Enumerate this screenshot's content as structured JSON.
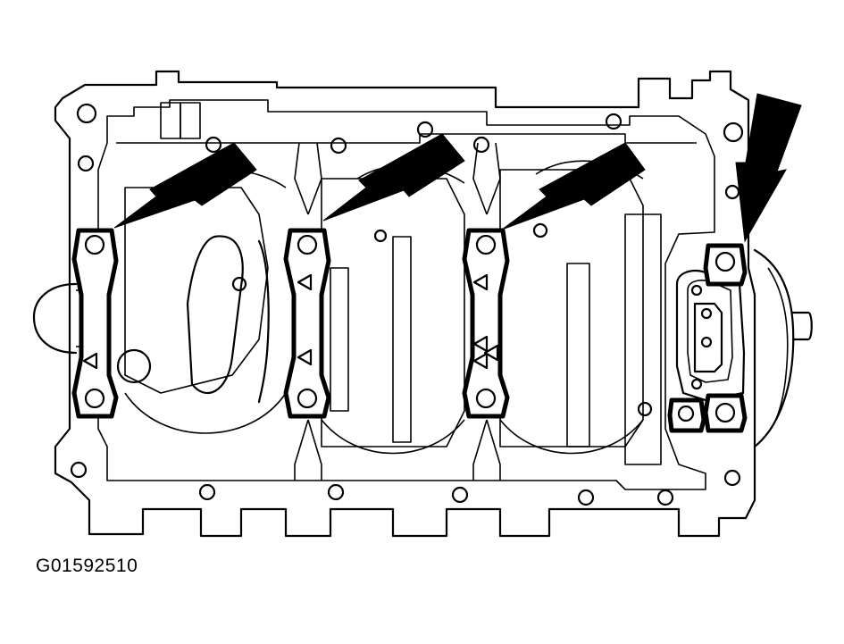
{
  "figure": {
    "caption": "G01592510",
    "subject": "engine-block-bottom-view-main-bearing-caps",
    "arrows": 4,
    "bearing_caps": 4,
    "colors": {
      "ink": "#000000",
      "paper": "#ffffff"
    }
  }
}
